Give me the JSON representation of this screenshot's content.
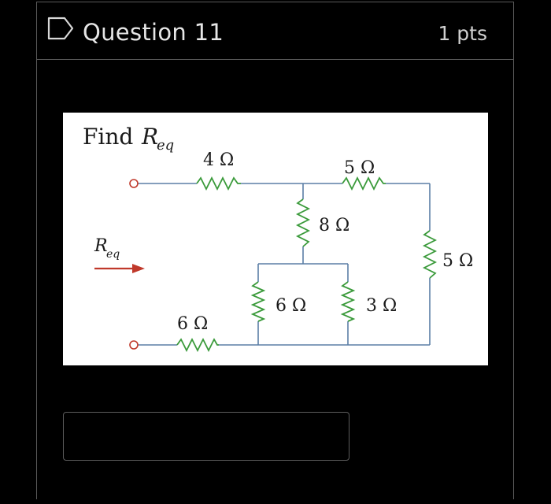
{
  "question": {
    "title": "Question 11",
    "points": "1 pts"
  },
  "figure": {
    "prompt_find": "Find",
    "prompt_r": "R",
    "prompt_sub": "eq",
    "arrow_r": "R",
    "arrow_sub": "eq",
    "resistors": {
      "top_left": "4 Ω",
      "top_right": "5 Ω",
      "middle": "8 Ω",
      "right": "5 Ω",
      "inner_left": "6 Ω",
      "inner_right": "3 Ω",
      "bottom": "6 Ω"
    }
  },
  "answer": {
    "value": "",
    "placeholder": ""
  },
  "colors": {
    "background": "#000000",
    "border": "#5a5a5a",
    "wire": "#5b7fa6",
    "resistor": "#3a9a3a",
    "arrow": "#c0392b",
    "terminal": "#c0392b"
  }
}
